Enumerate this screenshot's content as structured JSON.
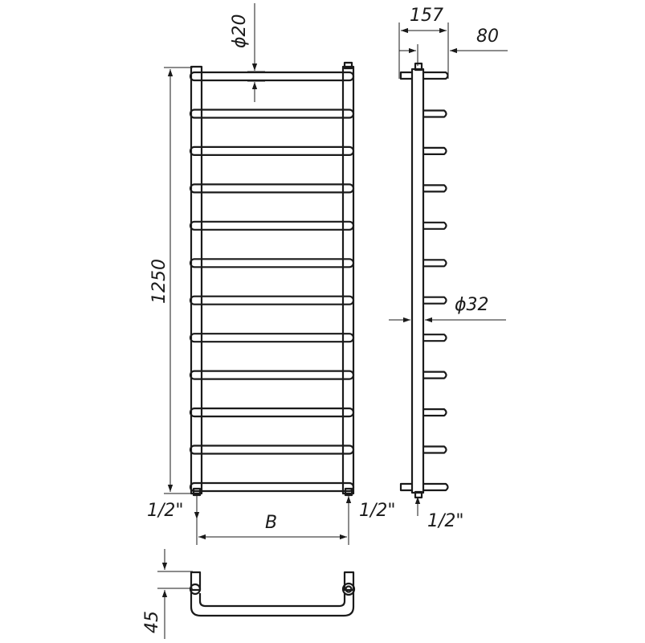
{
  "dimensions": {
    "height": "1250",
    "rung_diameter": "ϕ20",
    "depth": "157",
    "wall_offset": "80",
    "riser_diameter": "ϕ32",
    "width": "B",
    "connection_left": "1/2\"",
    "connection_right": "1/2\"",
    "connection_side": "1/2\"",
    "bottom_depth": "45"
  },
  "rung_count": 12
}
